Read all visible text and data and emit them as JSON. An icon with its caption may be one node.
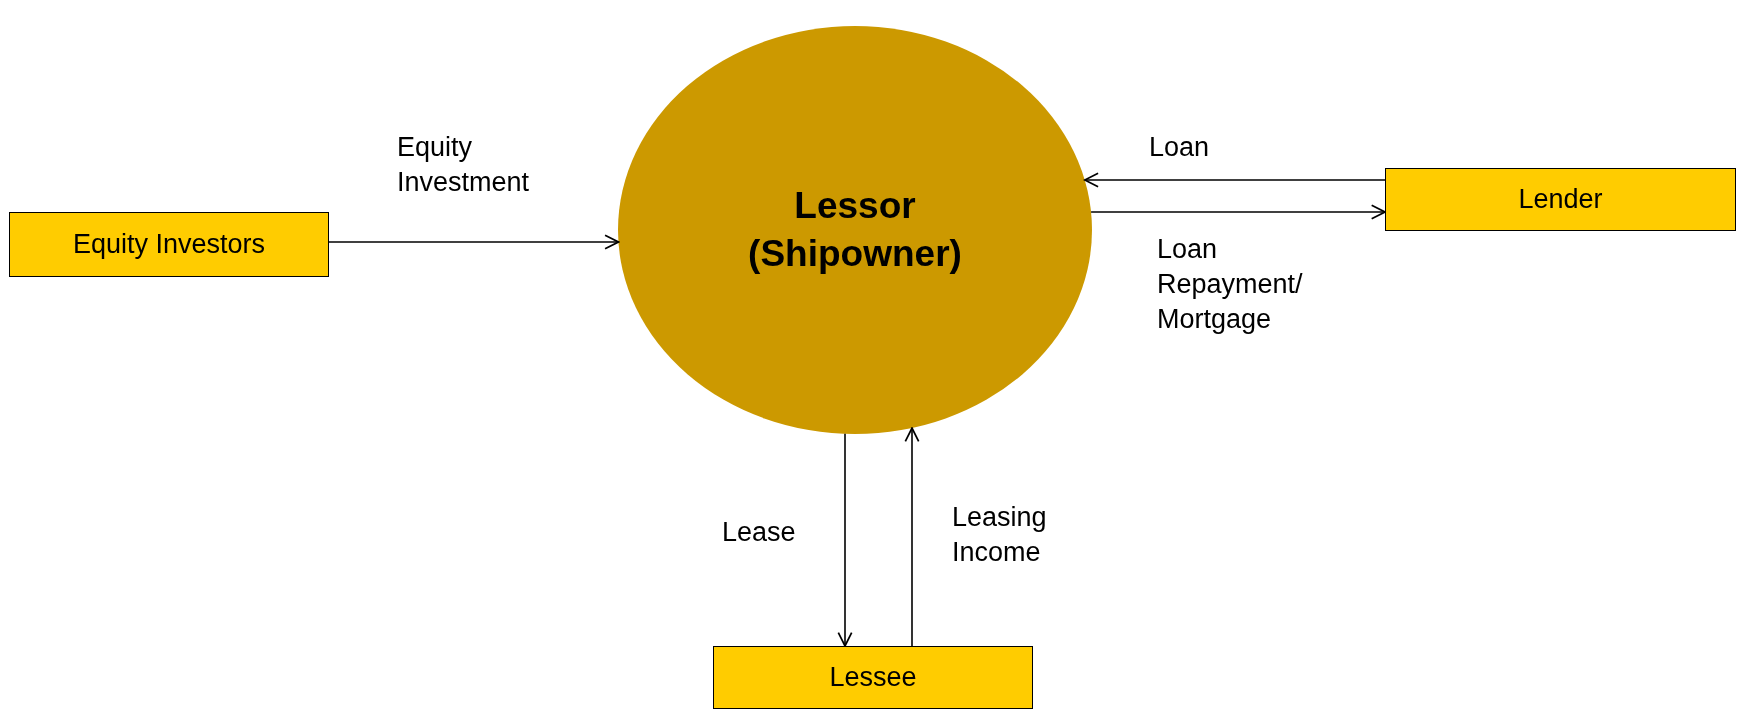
{
  "diagram": {
    "nodes": [
      {
        "text": [
          "Lessor (Shipowner)"
        ]
      },
      {
        "text": [
          "Equity Investors"
        ]
      },
      {
        "text": [
          "Lender"
        ]
      },
      {
        "text": [
          "Lessee"
        ]
      }
    ],
    "edges": [
      {
        "from": 1,
        "to": 0,
        "arrow": "to",
        "label": "Equity Investment"
      },
      {
        "from": 2,
        "to": 0,
        "arrow": "to",
        "label": "Loan"
      },
      {
        "from": 0,
        "to": 2,
        "arrow": "to",
        "label": "Loan Repayment/ Mortgage"
      },
      {
        "from": 0,
        "to": 3,
        "arrow": "to",
        "label": "Lease"
      },
      {
        "from": 3,
        "to": 0,
        "arrow": "to",
        "label": "Leasing Income"
      }
    ]
  }
}
